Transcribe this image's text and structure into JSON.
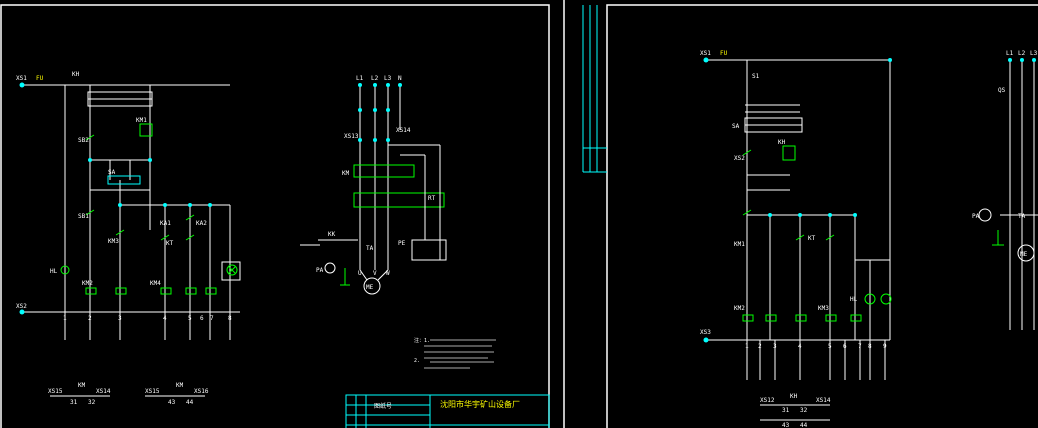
{
  "sheet1": {
    "ctrl": {
      "fuse_left": "XS1",
      "fuse": "FU",
      "switch_top": "KH",
      "aux_relay": "KM1",
      "sb1": "SB1",
      "sb2": "SB2",
      "sa": "SA",
      "km_a": "KA1",
      "km_b": "KA2",
      "kt": "KT",
      "hl": "HL",
      "xs_bottom": "XS2",
      "km3": "KM3",
      "km2": "KM2",
      "km4": "KM4",
      "column_numbers": [
        "1",
        "2",
        "3",
        "4",
        "5",
        "6",
        "7",
        "8"
      ]
    },
    "power": {
      "phases": [
        "L1",
        "L2",
        "L3",
        "N"
      ],
      "xs": "XS13",
      "xs2": "XS14",
      "km": "KM",
      "ta": "TA",
      "pa": "PA",
      "pe": "PE",
      "motor": "ME",
      "uvw": [
        "U",
        "V",
        "W"
      ],
      "kk": "KK",
      "rt": "RT"
    },
    "bottom_left": {
      "a_left": "XS15",
      "a_mid": "KM",
      "a_right": "XS14",
      "a_pins": [
        "31",
        "32"
      ],
      "b_left": "XS15",
      "b_mid": "KM",
      "b_right": "XS16",
      "b_pins": [
        "43",
        "44"
      ]
    },
    "title_block": {
      "company": "沈阳市华宇矿山设备厂",
      "field": "图纸号"
    },
    "notes": [
      "注：1.",
      "2."
    ]
  },
  "sheet2": {
    "ctrl": {
      "fuse_left": "XS1",
      "fuse": "FU",
      "sb1": "S1",
      "sa": "SA",
      "xs": "XS2",
      "kh": "KH",
      "km1": "KM1",
      "km2": "KM2",
      "km3": "KM3",
      "kt": "KT",
      "hl": "HL",
      "xs_bottom": "XS3",
      "column_numbers": [
        "1",
        "2",
        "3",
        "4",
        "5",
        "6",
        "7",
        "8",
        "9"
      ]
    },
    "bottom": {
      "left": "XS12",
      "mid": "KH",
      "right": "XS14",
      "pins_a": [
        "31",
        "32"
      ],
      "pins_b": [
        "43",
        "44"
      ]
    },
    "power": {
      "phases": [
        "L1",
        "L2",
        "L3"
      ],
      "pa": "PA",
      "ta": "TA",
      "motor": "ME",
      "qs": "QS"
    }
  },
  "colors": {
    "line": "#ffffff",
    "wire": "#ffffff",
    "cyan": "#00ffff",
    "green": "#00ff00",
    "red": "#ff4040",
    "yellow": "#ffff00",
    "bg": "#000000"
  }
}
